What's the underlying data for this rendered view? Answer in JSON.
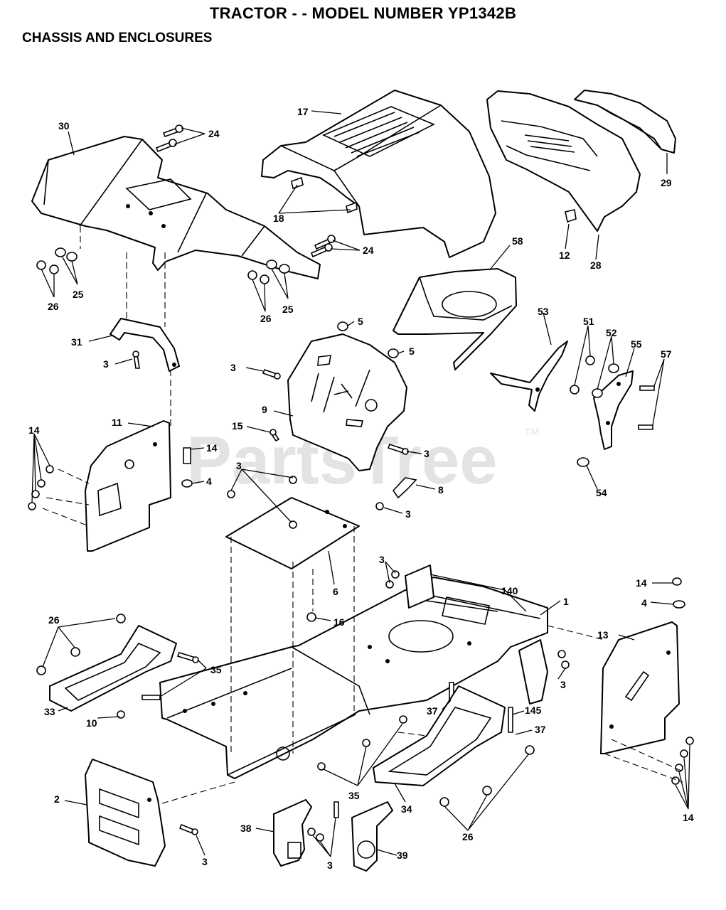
{
  "header": {
    "title": "TRACTOR - - MODEL NUMBER YP1342B",
    "subtitle": "CHASSIS AND ENCLOSURES"
  },
  "watermark": {
    "text": "PartsTree",
    "trademark": "TM"
  },
  "callouts": {
    "c30": "30",
    "c24a": "24",
    "c17": "17",
    "c29": "29",
    "c18": "18",
    "c24b": "24",
    "c12": "12",
    "c28": "28",
    "c58": "58",
    "c26a": "26",
    "c25a": "25",
    "c26b": "26",
    "c25b": "25",
    "c31": "31",
    "c3a": "3",
    "c5a": "5",
    "c5b": "5",
    "c3b": "3",
    "c53": "53",
    "c51": "51",
    "c52": "52",
    "c55": "55",
    "c57": "57",
    "c9": "9",
    "c15": "15",
    "c11": "11",
    "c14a": "14",
    "c14b": "14",
    "c4a": "4",
    "c3c": "3",
    "c8": "8",
    "c54": "54",
    "c3d": "3",
    "c3e": "3",
    "c6": "6",
    "c3f": "3",
    "c140": "140",
    "c1": "1",
    "c14c": "14",
    "c4b": "4",
    "c16": "16",
    "c26c": "26",
    "c13": "13",
    "c35a": "35",
    "c3g": "3",
    "c37a": "37",
    "c145": "145",
    "c37b": "37",
    "c33": "33",
    "c10": "10",
    "c35b": "35",
    "c34": "34",
    "c2": "2",
    "c14d": "14",
    "c26d": "26",
    "c38": "38",
    "c3h": "3",
    "c39": "39",
    "c3i": "3"
  }
}
